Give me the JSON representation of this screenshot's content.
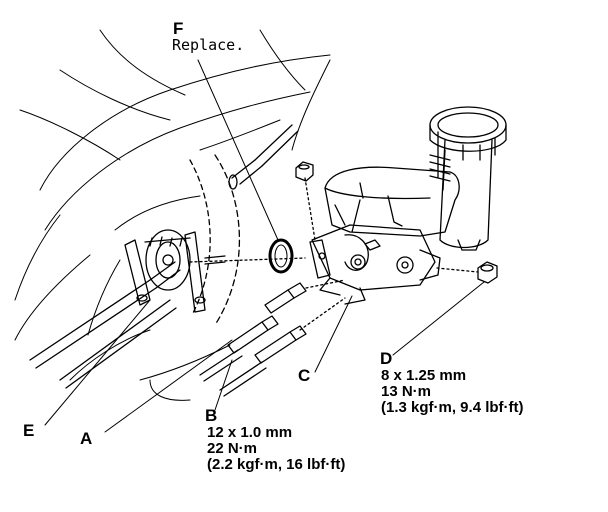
{
  "callouts": {
    "A": {
      "letter": "A"
    },
    "B": {
      "letter": "B",
      "size": "12 x 1.0 mm",
      "torque_nm": "22 N·m",
      "torque_alt": "(2.2 kgf·m, 16 lbf·ft)"
    },
    "C": {
      "letter": "C"
    },
    "D": {
      "letter": "D",
      "size": "8 x 1.25 mm",
      "torque_nm": "13 N·m",
      "torque_alt": "(1.3 kgf·m, 9.4 lbf·ft)"
    },
    "E": {
      "letter": "E"
    },
    "F": {
      "letter": "F",
      "note": "Replace."
    }
  },
  "colors": {
    "ink": "#000000",
    "paper": "#ffffff"
  }
}
